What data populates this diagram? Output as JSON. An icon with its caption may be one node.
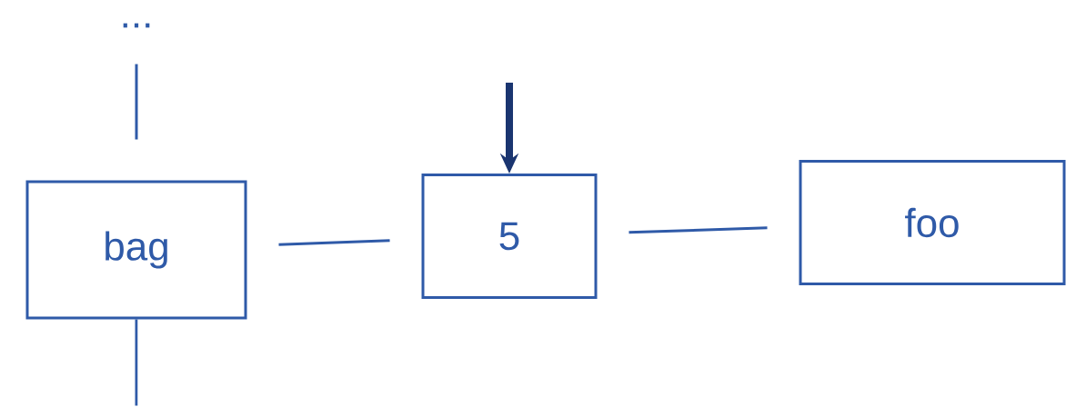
{
  "diagram": {
    "nodes": [
      {
        "text": [
          "..."
        ]
      },
      {
        "text": [
          "bag"
        ]
      },
      {
        "text": [
          "5"
        ]
      },
      {
        "text": [
          "foo"
        ]
      }
    ],
    "edges": [
      {
        "from": 0,
        "to": 1,
        "arrow": "none"
      },
      {
        "from": 1,
        "to": 2,
        "arrow": "none"
      },
      {
        "from": 2,
        "to": 3,
        "arrow": "none"
      },
      {
        "from": 1,
        "to": null,
        "arrow": "none"
      },
      {
        "from": null,
        "to": 2,
        "arrow": "to",
        "style": "thick",
        "color": "#1a3570"
      }
    ]
  }
}
